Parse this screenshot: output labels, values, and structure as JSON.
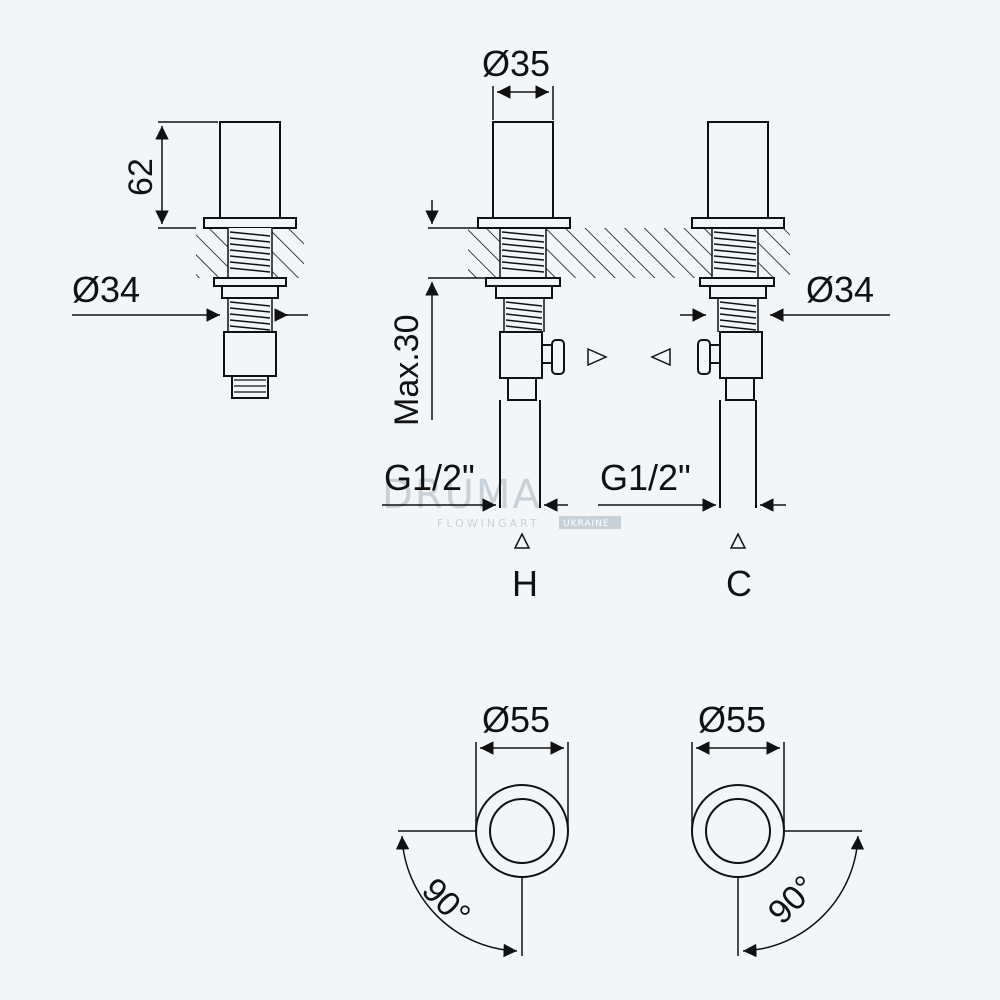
{
  "dimensions": {
    "height_body": "62",
    "dia_left_body": "Ø34",
    "dia_top_body": "Ø35",
    "dia_right_body": "Ø34",
    "max_deck": "Max.30",
    "thread_hot": "G1/2\"",
    "thread_cold": "G1/2\"",
    "dia_handle_left": "Ø55",
    "dia_handle_right": "Ø55",
    "rotation_left": "90°",
    "rotation_right": "90°"
  },
  "labels": {
    "hot": "H",
    "cold": "C"
  },
  "watermark": {
    "brand": "DRUMA",
    "tagline": "FLOWINGART",
    "region": "UKRAINE"
  },
  "colors": {
    "background": "#f3f6f9",
    "line": "#111111",
    "watermark": "#c9d1d8"
  }
}
